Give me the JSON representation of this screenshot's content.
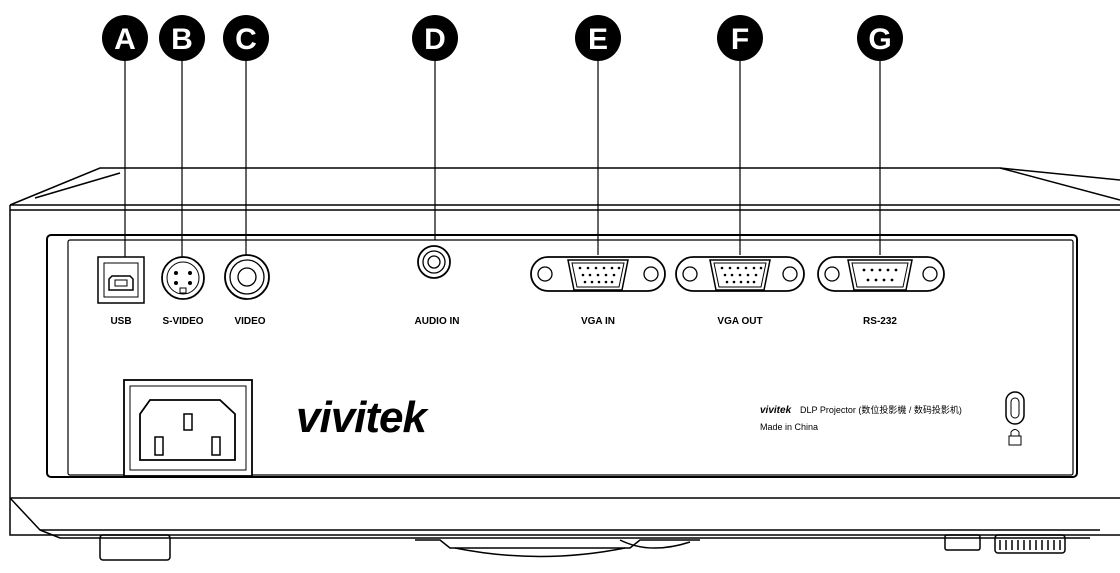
{
  "callouts": [
    "A",
    "B",
    "C",
    "D",
    "E",
    "F",
    "G"
  ],
  "ports": {
    "usb": "USB",
    "svideo": "S-VIDEO",
    "video": "VIDEO",
    "audio_in": "AUDIO IN",
    "vga_in": "VGA IN",
    "vga_out": "VGA OUT",
    "rs232": "RS-232"
  },
  "brand": {
    "logo": "vivitek",
    "small_logo": "vivitek",
    "product_line": "DLP Projector (数位投影機 / 数码投影机)",
    "origin": "Made in China"
  },
  "icons": {
    "lock": "kensington-lock-icon",
    "power": "power-socket-icon"
  }
}
